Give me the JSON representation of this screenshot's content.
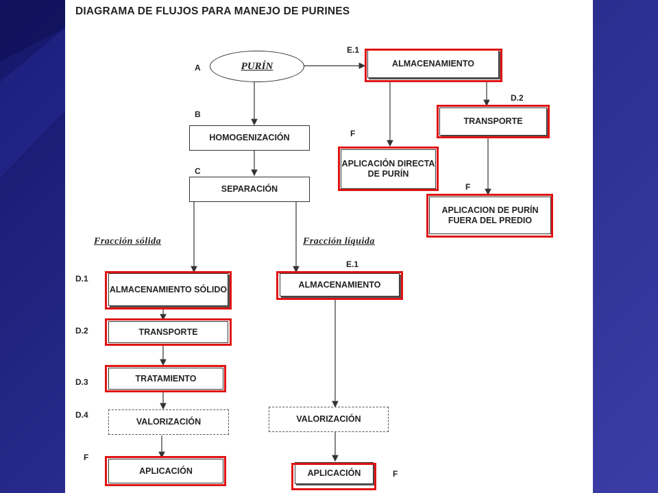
{
  "title": "DIAGRAMA DE FLUJOS PARA MANEJO DE PURINES",
  "labels": {
    "a": "A",
    "b": "B",
    "c": "C",
    "e1_top": "E.1",
    "d2_top": "D.2",
    "f_left": "F",
    "f_right": "F",
    "d1": "D.1",
    "d2": "D.2",
    "d3": "D.3",
    "d4": "D.4",
    "f_bottom_left": "F",
    "e1_mid": "E.1",
    "f_bottom_right": "F"
  },
  "nodes": {
    "purin": "PURÍN",
    "homogenizacion": "HOMOGENIZACIÓN",
    "separacion": "SEPARACIÓN",
    "almacenamiento_top": "ALMACENAMIENTO",
    "transporte_top": "TRANSPORTE",
    "aplicacion_directa": "APLICACIÓN DIRECTA DE PURÍN",
    "aplicacion_fuera": "APLICACION DE PURÍN FUERA DEL PREDIO",
    "almacenamiento_solido": "ALMACENAMIENTO SÓLIDO",
    "transporte_solido": "TRANSPORTE",
    "tratamiento": "TRATAMIENTO",
    "valorizacion_solido": "VALORIZACIÓN",
    "aplicacion_solido": "APLICACIÓN",
    "almacenamiento_liquido": "ALMACENAMIENTO",
    "valorizacion_liquido": "VALORIZACIÓN",
    "aplicacion_liquido": "APLICACIÓN"
  },
  "fractions": {
    "solida": "Fracción sólida",
    "liquida": "Fracción líquida"
  },
  "colors": {
    "highlight": "#e01212",
    "background_from": "#14166a",
    "background_to": "#3b3da6"
  }
}
